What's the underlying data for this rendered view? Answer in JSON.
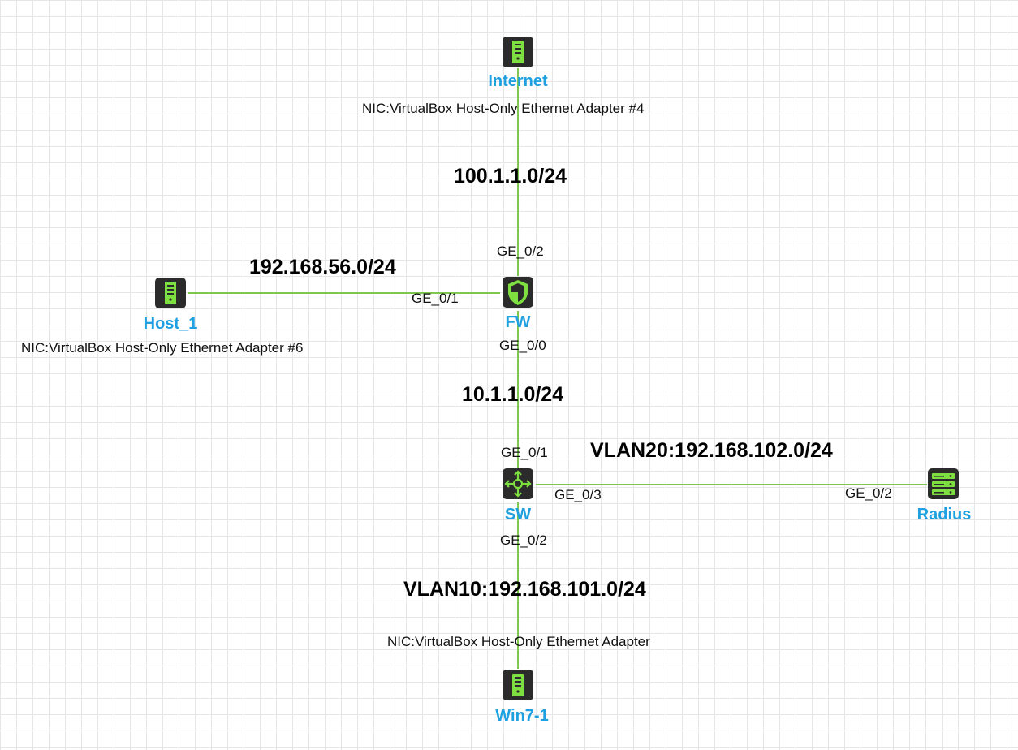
{
  "devices": {
    "internet": {
      "name": "Internet",
      "icon": "server-icon"
    },
    "host1": {
      "name": "Host_1",
      "icon": "server-icon"
    },
    "fw": {
      "name": "FW",
      "icon": "firewall-shield-icon"
    },
    "sw": {
      "name": "SW",
      "icon": "switch-arrows-icon"
    },
    "radius": {
      "name": "Radius",
      "icon": "rack-server-icon"
    },
    "win7": {
      "name": "Win7-1",
      "icon": "server-icon"
    }
  },
  "nics": {
    "internet": "NIC:VirtualBox Host-Only Ethernet Adapter #4",
    "host1": "NIC:VirtualBox Host-Only Ethernet Adapter #6",
    "win7": "NIC:VirtualBox Host-Only Ethernet Adapter"
  },
  "networks": {
    "internet_fw": "100.1.1.0/24",
    "host_fw": "192.168.56.0/24",
    "fw_sw": "10.1.1.0/24",
    "sw_radius": "VLAN20:192.168.102.0/24",
    "sw_win7": "VLAN10:192.168.101.0/24"
  },
  "ports": {
    "fw_top": "GE_0/2",
    "fw_left": "GE_0/1",
    "fw_bottom": "GE_0/0",
    "sw_top": "GE_0/1",
    "sw_right": "GE_0/3",
    "sw_bottom": "GE_0/2",
    "radius_left": "GE_0/2"
  },
  "colors": {
    "link": "#7ec850",
    "device_body": "#2b2b2b",
    "device_accent": "#7ee040",
    "device_label": "#1fa0e0",
    "grid": "#e6e6e6"
  }
}
